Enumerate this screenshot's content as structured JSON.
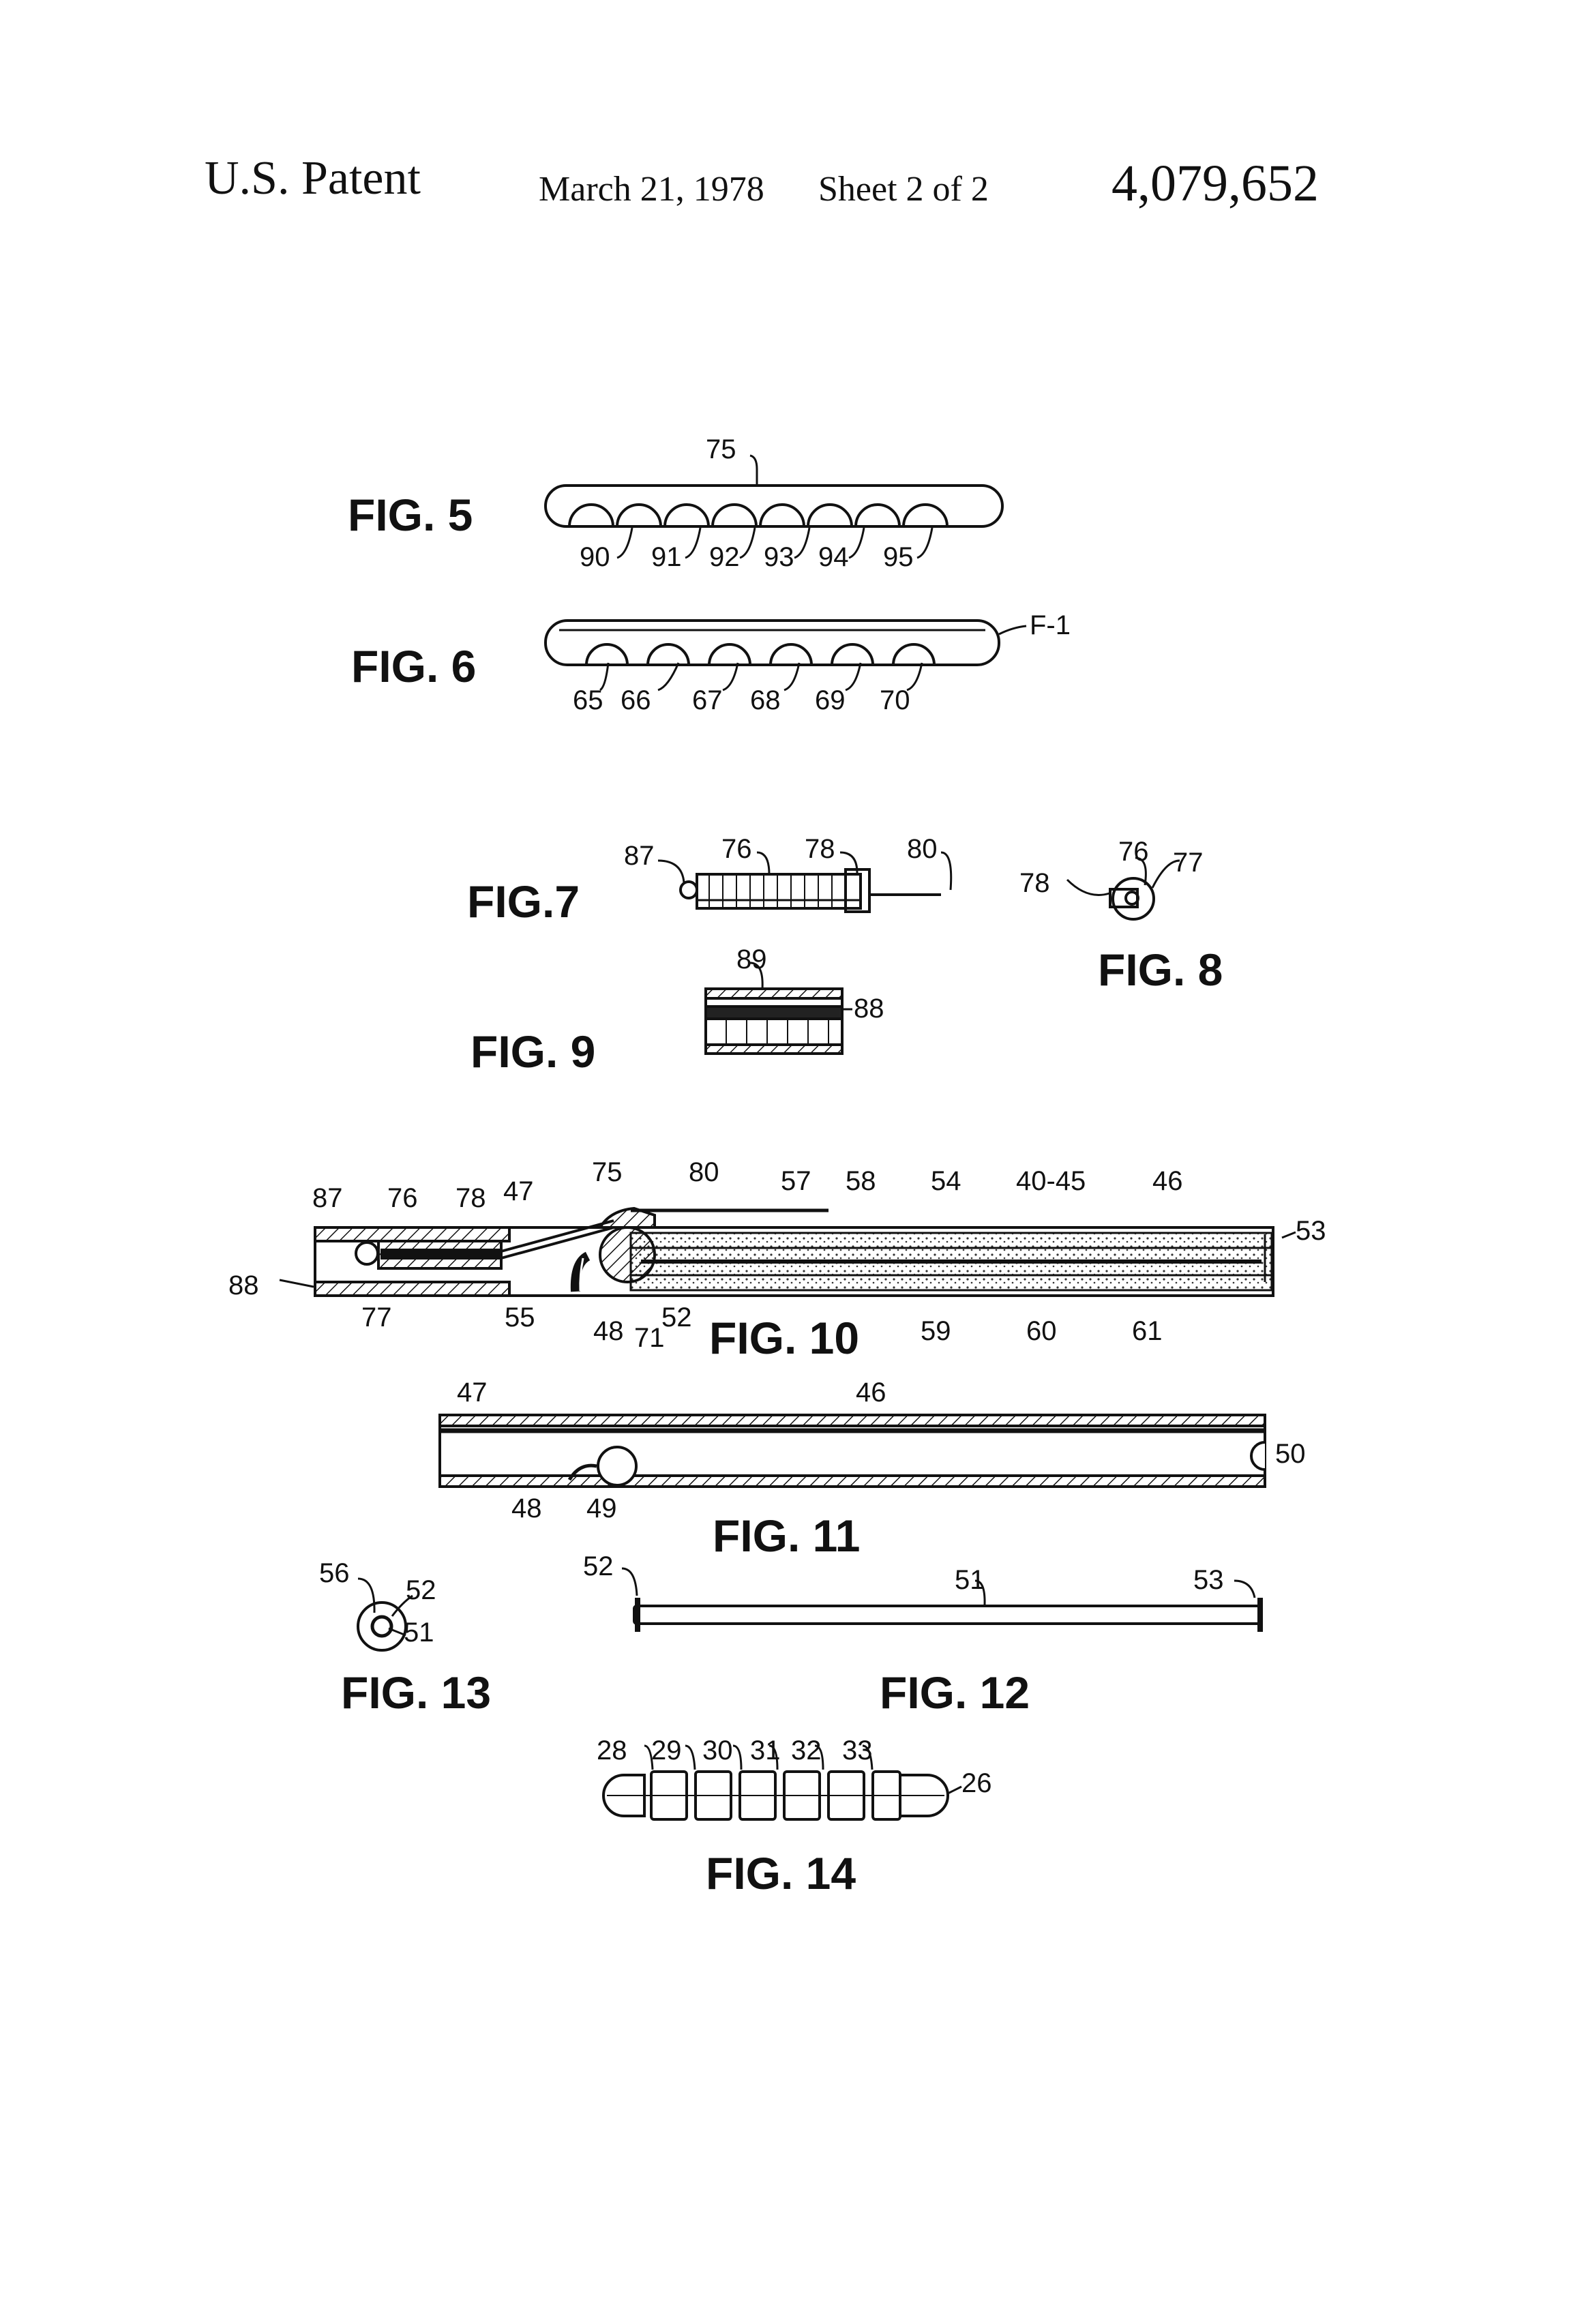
{
  "header": {
    "title": "U.S. Patent",
    "date": "March 21, 1978",
    "sheet": "Sheet 2 of 2",
    "patent_number": "4,079,652"
  },
  "fig5": {
    "label": "FIG. 5",
    "refs": [
      "75",
      "90",
      "91",
      "92",
      "93",
      "94",
      "95"
    ]
  },
  "fig6": {
    "label": "FIG. 6",
    "refs": [
      "F-1",
      "65",
      "66",
      "67",
      "68",
      "69",
      "70"
    ]
  },
  "fig7": {
    "label": "FIG.7",
    "refs": [
      "87",
      "76",
      "78",
      "80"
    ]
  },
  "fig8": {
    "label": "FIG. 8",
    "refs": [
      "76",
      "77",
      "78"
    ]
  },
  "fig9": {
    "label": "FIG. 9",
    "refs": [
      "89",
      "88"
    ]
  },
  "fig10": {
    "label": "FIG. 10",
    "refs": [
      "87",
      "76",
      "78",
      "47",
      "75",
      "80",
      "57",
      "58",
      "54",
      "40-45",
      "46",
      "53",
      "88",
      "77",
      "55",
      "48",
      "71",
      "52",
      "59",
      "60",
      "61"
    ]
  },
  "fig11": {
    "label": "FIG. 11",
    "refs": [
      "47",
      "46",
      "50",
      "48",
      "49"
    ]
  },
  "fig12": {
    "label": "FIG. 12",
    "refs": [
      "52",
      "51",
      "53"
    ]
  },
  "fig13": {
    "label": "FIG. 13",
    "refs": [
      "56",
      "52",
      "51"
    ]
  },
  "fig14": {
    "label": "FIG. 14",
    "refs": [
      "28",
      "29",
      "30",
      "31",
      "32",
      "33",
      "26"
    ]
  }
}
